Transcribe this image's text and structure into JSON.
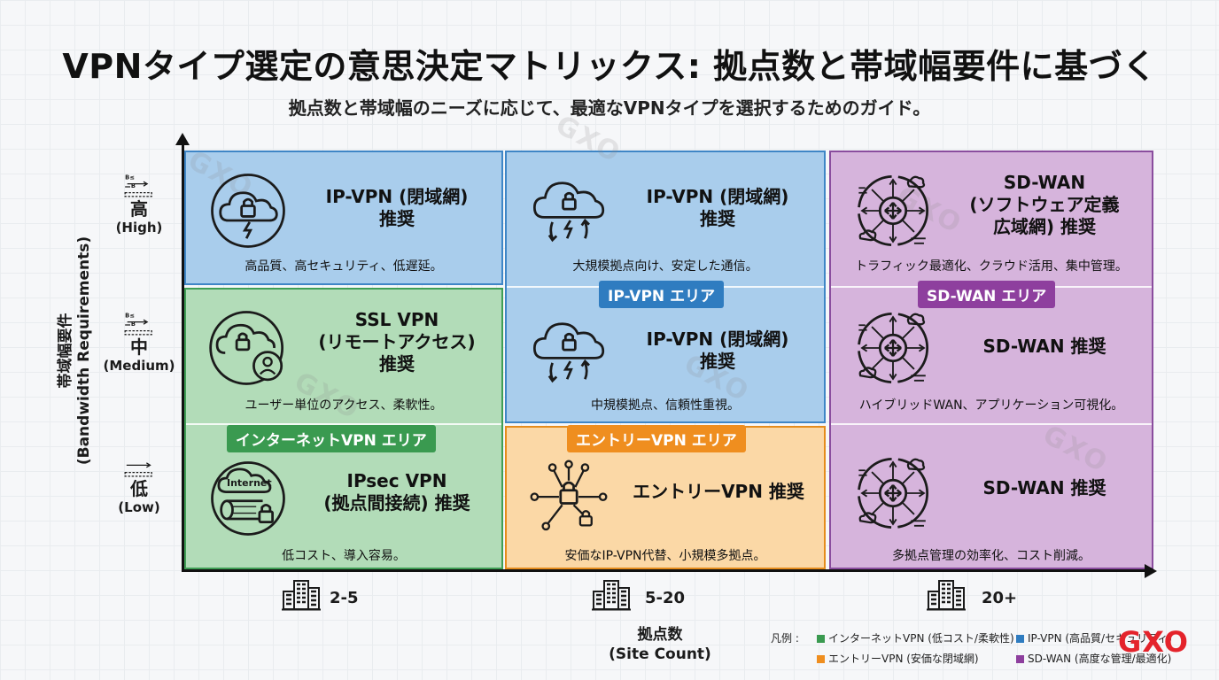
{
  "title": "VPNタイプ選定の意思決定マトリックス: 拠点数と帯域幅要件に基づく",
  "subtitle": "拠点数と帯域幅のニーズに応じて、最適なVPNタイプを選択するためのガイド。",
  "y_axis": {
    "label_ja": "帯域幅要件",
    "label_en": "(Bandwidth Requirements)",
    "levels": [
      {
        "ja": "高",
        "en": "(High)"
      },
      {
        "ja": "中",
        "en": "(Medium)"
      },
      {
        "ja": "低",
        "en": "(Low)"
      }
    ]
  },
  "x_axis": {
    "label_ja": "拠点数",
    "label_en": "(Site Count)",
    "ticks": [
      "2-5",
      "5-20",
      "20+"
    ]
  },
  "area_labels": {
    "ipvpn": "IP-VPN エリア",
    "sdwan": "SD-WAN エリア",
    "internet": "インターネットVPN エリア",
    "entry": "エントリーVPN エリア"
  },
  "cells": {
    "high_small": {
      "head1": "IP-VPN (閉域網)",
      "head2": "推奨",
      "desc": "高品質、高セキュリティ、低遅延。"
    },
    "high_mid": {
      "head1": "IP-VPN (閉域網)",
      "head2": "推奨",
      "desc": "大規模拠点向け、安定した通信。"
    },
    "high_large": {
      "head1": "SD-WAN",
      "head2": "(ソフトウェア定義",
      "head3": "広域網) 推奨",
      "desc": "トラフィック最適化、クラウド活用、集中管理。"
    },
    "mid_small": {
      "head1": "SSL VPN",
      "head2": "(リモートアクセス)",
      "head3": "推奨",
      "desc": "ユーザー単位のアクセス、柔軟性。"
    },
    "mid_mid": {
      "head1": "IP-VPN (閉域網)",
      "head2": "推奨",
      "desc": "中規模拠点、信頼性重視。"
    },
    "mid_large": {
      "head1": "SD-WAN 推奨",
      "desc": "ハイブリッドWAN、アプリケーション可視化。"
    },
    "low_small": {
      "head1": "IPsec VPN",
      "head2": "(拠点間接続) 推奨",
      "desc": "低コスト、導入容易。",
      "icon_text": "Internet"
    },
    "low_mid": {
      "head1": "エントリーVPN 推奨",
      "desc": "安価なIP-VPN代替、小規模多拠点。"
    },
    "low_large": {
      "head1": "SD-WAN 推奨",
      "desc": "多拠点管理の効率化、コスト削減。"
    }
  },
  "legend": {
    "label": "凡例 :",
    "items": [
      {
        "text": "インターネットVPN (低コスト/柔軟性)",
        "color": "#3a9a50"
      },
      {
        "text": "IP-VPN (高品質/セキュリティ)",
        "color": "#2f7cc0"
      },
      {
        "text": "エントリーVPN (安価な閉域網)",
        "color": "#ef8e1f"
      },
      {
        "text": "SD-WAN (高度な管理/最適化)",
        "color": "#8e3f9e"
      }
    ]
  },
  "watermark": "GXO",
  "logo": "GXO"
}
